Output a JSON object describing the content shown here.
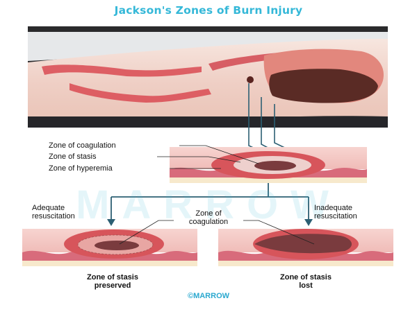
{
  "title": "Jackson's Zones of Burn Injury",
  "zones": {
    "coagulation": "Zone of coagulation",
    "stasis": "Zone of stasis",
    "hyperemia": "Zone of hyperemia"
  },
  "branches": {
    "left": "Adequate\nresuscitation",
    "right": "Inadequate\nresuscitation",
    "middle": "Zone of\ncoagulation"
  },
  "outcomes": {
    "left": "Zone of stasis\npreserved",
    "right": "Zone of stasis\nlost"
  },
  "watermark": "MARROW",
  "brand": "©MARROW",
  "colors": {
    "title": "#35b8d8",
    "brand": "#2aa8cf",
    "arrow": "#2c5f73",
    "skin": "#f3b9b4",
    "dermis": "#f4c9c6",
    "coagulation": "#7a3b3e",
    "stasis": "#e8b4b1",
    "hyperemia": "#d7555b",
    "fat": "#f7ead0"
  }
}
